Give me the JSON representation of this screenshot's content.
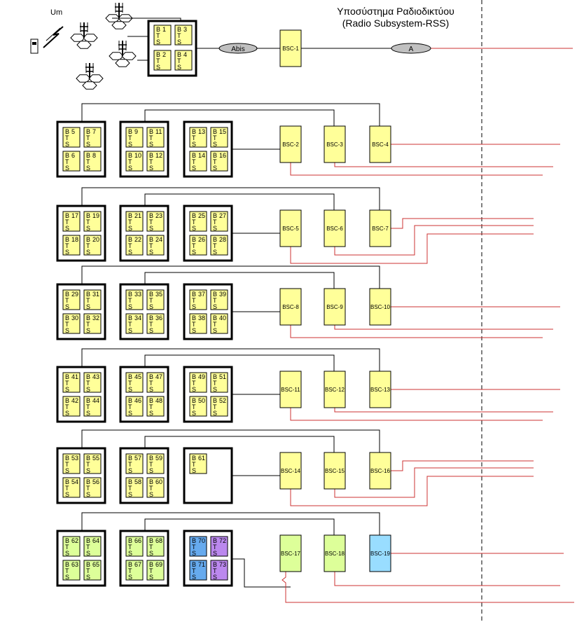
{
  "title": {
    "line1": "Υποσύστημα Ραδιοδικτύου",
    "line2": "(Radio Subsystem-RSS)"
  },
  "labels": {
    "um": "Um",
    "abis": "Abis",
    "a": "A"
  },
  "bts_letters": [
    "B",
    "T",
    "S"
  ],
  "colors": {
    "yellow": "#ffff99",
    "green": "#ddff99",
    "blue": "#66aaee",
    "purple": "#bb88ee",
    "cyan": "#99ddff",
    "red_link": "#cc3333"
  },
  "bsc_labels": [
    "BSC-1",
    "BSC-2",
    "BSC-3",
    "BSC-4",
    "BSC-5",
    "BSC-6",
    "BSC-7",
    "BSC-8",
    "BSC-9",
    "BSC-10",
    "BSC-11",
    "BSC-12",
    "BSC-13",
    "BSC-14",
    "BSC-15",
    "BSC-16",
    "BSC-17",
    "BSC-18",
    "BSC-19"
  ],
  "bts_numbers": [
    "1",
    "2",
    "3",
    "4",
    "5",
    "6",
    "7",
    "8",
    "9",
    "10",
    "11",
    "12",
    "13",
    "14",
    "15",
    "16",
    "17",
    "18",
    "19",
    "20",
    "21",
    "22",
    "23",
    "24",
    "25",
    "26",
    "27",
    "28",
    "29",
    "30",
    "31",
    "32",
    "33",
    "34",
    "35",
    "36",
    "37",
    "38",
    "39",
    "40",
    "41",
    "42",
    "43",
    "44",
    "45",
    "46",
    "47",
    "48",
    "49",
    "50",
    "51",
    "52",
    "53",
    "54",
    "55",
    "56",
    "57",
    "58",
    "59",
    "60",
    "61",
    "62",
    "63",
    "64",
    "65",
    "66",
    "67",
    "68",
    "69",
    "70",
    "71",
    "72",
    "73"
  ]
}
